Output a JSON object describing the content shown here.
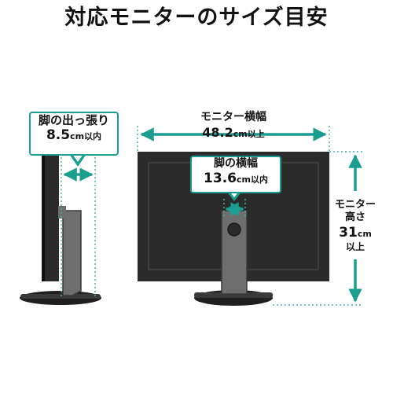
{
  "title": "対応モニターのサイズ目安",
  "foot_depth": {
    "label": "脚の出っ張り",
    "value": "8.5",
    "unit": "cm",
    "suffix": "以内"
  },
  "monitor_width": {
    "label": "モニター横幅",
    "value": "48.2",
    "unit": "cm",
    "suffix": "以上"
  },
  "foot_width": {
    "label": "脚の横幅",
    "value": "13.6",
    "unit": "cm",
    "suffix": "以内"
  },
  "monitor_height": {
    "label1": "モニター",
    "label2": "高さ",
    "value": "31",
    "unit": "cm",
    "suffix": "以上"
  },
  "colors": {
    "accent": "#1a9e8f",
    "monitor_dark": "#2b2b2b",
    "stand_gray": "#6e6e6e",
    "dotted": "#3fb5a8"
  }
}
